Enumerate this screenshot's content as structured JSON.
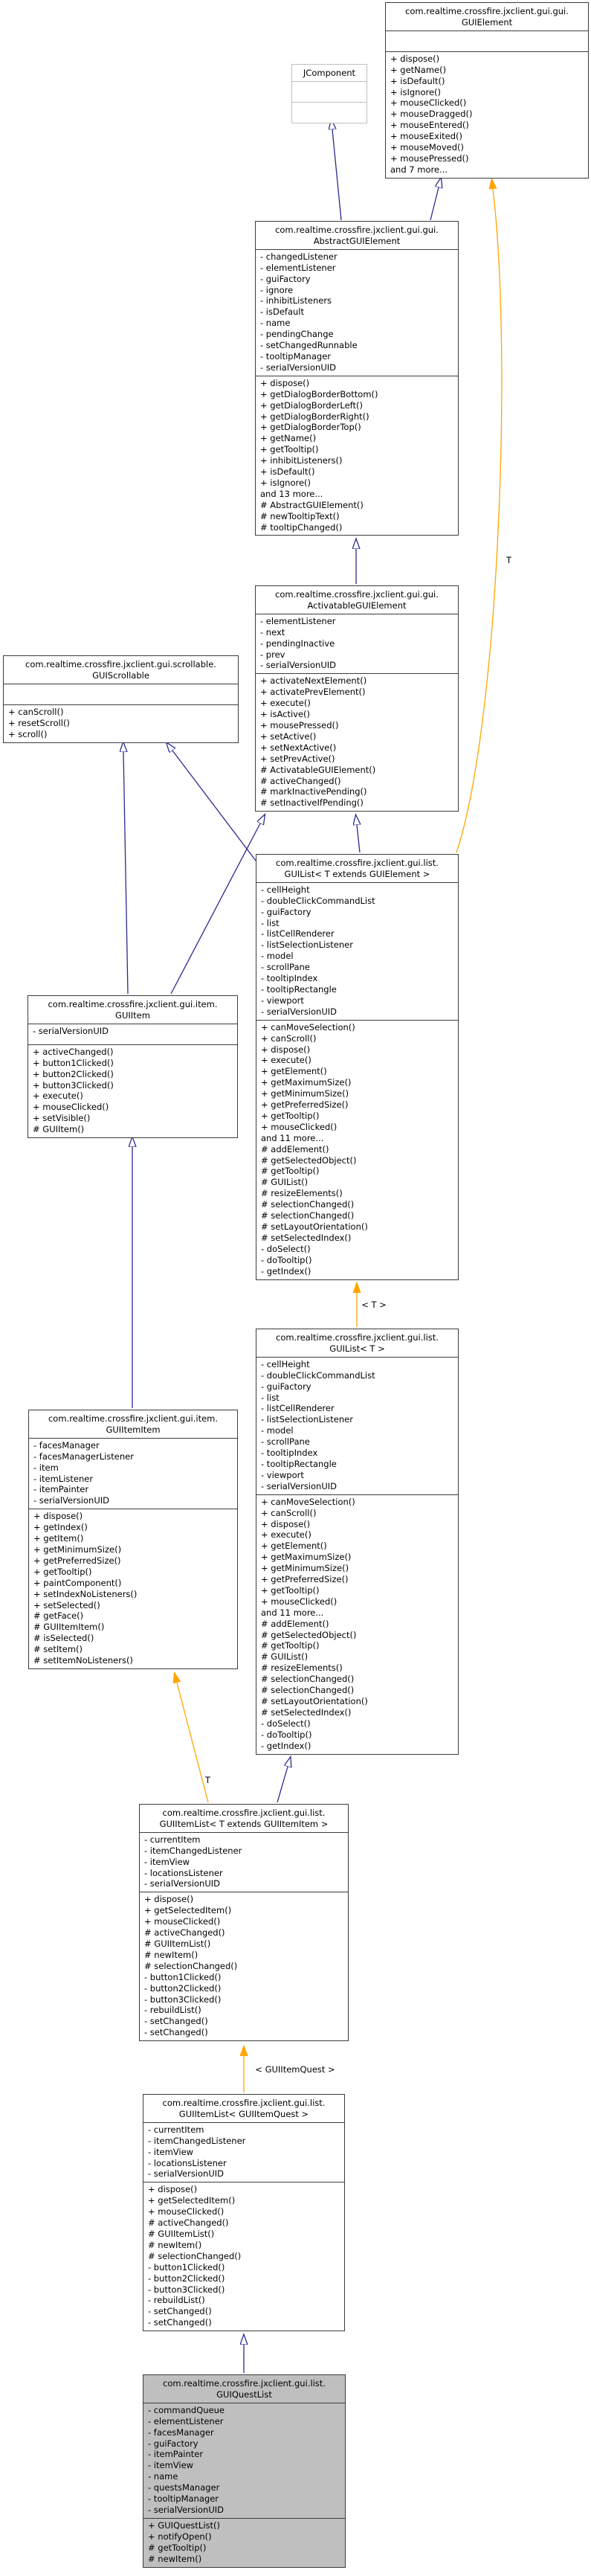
{
  "classes": {
    "jcomponent": {
      "name": "JComponent",
      "attrs": [],
      "methods": []
    },
    "gui_element": {
      "pkg": "com.realtime.crossfire.jxclient.gui.gui.",
      "name": "GUIElement",
      "attrs": [],
      "methods": [
        "+ dispose()",
        "+ getName()",
        "+ isDefault()",
        "+ isIgnore()",
        "+ mouseClicked()",
        "+ mouseDragged()",
        "+ mouseEntered()",
        "+ mouseExited()",
        "+ mouseMoved()",
        "+ mousePressed()",
        "and 7 more..."
      ]
    },
    "abstract_gui_element": {
      "pkg": "com.realtime.crossfire.jxclient.gui.gui.",
      "name": "AbstractGUIElement",
      "attrs": [
        "- changedListener",
        "- elementListener",
        "- guiFactory",
        "- ignore",
        "- inhibitListeners",
        "- isDefault",
        "- name",
        "- pendingChange",
        "- setChangedRunnable",
        "- tooltipManager",
        "- serialVersionUID"
      ],
      "methods": [
        "+ dispose()",
        "+ getDialogBorderBottom()",
        "+ getDialogBorderLeft()",
        "+ getDialogBorderRight()",
        "+ getDialogBorderTop()",
        "+ getName()",
        "+ getTooltip()",
        "+ inhibitListeners()",
        "+ isDefault()",
        "+ isIgnore()",
        "and 13 more...",
        "# AbstractGUIElement()",
        "# newTooltipText()",
        "# tooltipChanged()"
      ]
    },
    "activatable_gui_element": {
      "pkg": "com.realtime.crossfire.jxclient.gui.gui.",
      "name": "ActivatableGUIElement",
      "attrs": [
        "- elementListener",
        "- next",
        "- pendingInactive",
        "- prev",
        "- serialVersionUID"
      ],
      "methods": [
        "+ activateNextElement()",
        "+ activatePrevElement()",
        "+ execute()",
        "+ isActive()",
        "+ mousePressed()",
        "+ setActive()",
        "+ setNextActive()",
        "+ setPrevActive()",
        "# ActivatableGUIElement()",
        "# activeChanged()",
        "# markInactivePending()",
        "# setInactiveIfPending()"
      ]
    },
    "gui_scrollable": {
      "pkg": "com.realtime.crossfire.jxclient.gui.scrollable.",
      "name": "GUIScrollable",
      "attrs": [],
      "methods": [
        "+ canScroll()",
        "+ resetScroll()",
        "+ scroll()"
      ]
    },
    "gui_list_t_extends": {
      "pkg": "com.realtime.crossfire.jxclient.gui.list.",
      "name": "GUIList< T extends GUIElement >",
      "attrs": [
        "- cellHeight",
        "- doubleClickCommandList",
        "- guiFactory",
        "- list",
        "- listCellRenderer",
        "- listSelectionListener",
        "- model",
        "- scrollPane",
        "- tooltipIndex",
        "- tooltipRectangle",
        "- viewport",
        "- serialVersionUID"
      ],
      "methods": [
        "+ canMoveSelection()",
        "+ canScroll()",
        "+ dispose()",
        "+ execute()",
        "+ getElement()",
        "+ getMaximumSize()",
        "+ getMinimumSize()",
        "+ getPreferredSize()",
        "+ getTooltip()",
        "+ mouseClicked()",
        "and 11 more...",
        "# addElement()",
        "# getSelectedObject()",
        "# getTooltip()",
        "# GUIList()",
        "# resizeElements()",
        "# selectionChanged()",
        "# selectionChanged()",
        "# setLayoutOrientation()",
        "# setSelectedIndex()",
        "- doSelect()",
        "- doTooltip()",
        "- getIndex()"
      ]
    },
    "gui_item": {
      "pkg": "com.realtime.crossfire.jxclient.gui.item.",
      "name": "GUIItem",
      "attrs": [
        "- serialVersionUID"
      ],
      "methods": [
        "+ activeChanged()",
        "+ button1Clicked()",
        "+ button2Clicked()",
        "+ button3Clicked()",
        "+ execute()",
        "+ mouseClicked()",
        "+ setVisible()",
        "# GUIItem()"
      ]
    },
    "gui_list_t": {
      "pkg": "com.realtime.crossfire.jxclient.gui.list.",
      "name": "GUIList< T >",
      "attrs": [
        "- cellHeight",
        "- doubleClickCommandList",
        "- guiFactory",
        "- list",
        "- listCellRenderer",
        "- listSelectionListener",
        "- model",
        "- scrollPane",
        "- tooltipIndex",
        "- tooltipRectangle",
        "- viewport",
        "- serialVersionUID"
      ],
      "methods": [
        "+ canMoveSelection()",
        "+ canScroll()",
        "+ dispose()",
        "+ execute()",
        "+ getElement()",
        "+ getMaximumSize()",
        "+ getMinimumSize()",
        "+ getPreferredSize()",
        "+ getTooltip()",
        "+ mouseClicked()",
        "and 11 more...",
        "# addElement()",
        "# getSelectedObject()",
        "# getTooltip()",
        "# GUIList()",
        "# resizeElements()",
        "# selectionChanged()",
        "# selectionChanged()",
        "# setLayoutOrientation()",
        "# setSelectedIndex()",
        "- doSelect()",
        "- doTooltip()",
        "- getIndex()"
      ]
    },
    "gui_item_item": {
      "pkg": "com.realtime.crossfire.jxclient.gui.item.",
      "name": "GUIItemItem",
      "attrs": [
        "- facesManager",
        "- facesManagerListener",
        "- item",
        "- itemListener",
        "- itemPainter",
        "- serialVersionUID"
      ],
      "methods": [
        "+ dispose()",
        "+ getIndex()",
        "+ getItem()",
        "+ getMinimumSize()",
        "+ getPreferredSize()",
        "+ getTooltip()",
        "+ paintComponent()",
        "+ setIndexNoListeners()",
        "+ setSelected()",
        "# getFace()",
        "# GUIItemItem()",
        "# isSelected()",
        "# setItem()",
        "# setItemNoListeners()"
      ]
    },
    "gui_item_list_t_extends": {
      "pkg": "com.realtime.crossfire.jxclient.gui.list.",
      "name": "GUIItemList< T extends GUIItemItem >",
      "attrs": [
        "- currentItem",
        "- itemChangedListener",
        "- itemView",
        "- locationsListener",
        "- serialVersionUID"
      ],
      "methods": [
        "+ dispose()",
        "+ getSelectedItem()",
        "+ mouseClicked()",
        "# activeChanged()",
        "# GUIItemList()",
        "# newItem()",
        "# selectionChanged()",
        "- button1Clicked()",
        "- button2Clicked()",
        "- button3Clicked()",
        "- rebuildList()",
        "- setChanged()",
        "- setChanged()"
      ]
    },
    "gui_item_list_quest": {
      "pkg": "com.realtime.crossfire.jxclient.gui.list.",
      "name": "GUIItemList< GUIItemQuest >",
      "attrs": [
        "- currentItem",
        "- itemChangedListener",
        "- itemView",
        "- locationsListener",
        "- serialVersionUID"
      ],
      "methods": [
        "+ dispose()",
        "+ getSelectedItem()",
        "+ mouseClicked()",
        "# activeChanged()",
        "# GUIItemList()",
        "# newItem()",
        "# selectionChanged()",
        "- button1Clicked()",
        "- button2Clicked()",
        "- button3Clicked()",
        "- rebuildList()",
        "- setChanged()",
        "- setChanged()"
      ]
    },
    "gui_quest_list": {
      "pkg": "com.realtime.crossfire.jxclient.gui.list.",
      "name": "GUIQuestList",
      "attrs": [
        "- commandQueue",
        "- elementListener",
        "- facesManager",
        "- guiFactory",
        "- itemPainter",
        "- itemView",
        "- name",
        "- questsManager",
        "- tooltipManager",
        "- serialVersionUID"
      ],
      "methods": [
        "+ GUIQuestList()",
        "+ notifyOpen()",
        "# getTooltip()",
        "# newItem()"
      ]
    }
  },
  "edge_labels": {
    "list_template_param": "T",
    "list_instance": "< T >",
    "item_list_template_param": "T",
    "item_list_instance": "< GUIItemQuest >"
  },
  "colors": {
    "inheritance_edge": "#2a2a8f",
    "template_edge": "#ffa500",
    "current_node_fill": "#bfbfbf",
    "external_node_border": "#c0c0c0",
    "node_border": "#3c3c3c"
  }
}
